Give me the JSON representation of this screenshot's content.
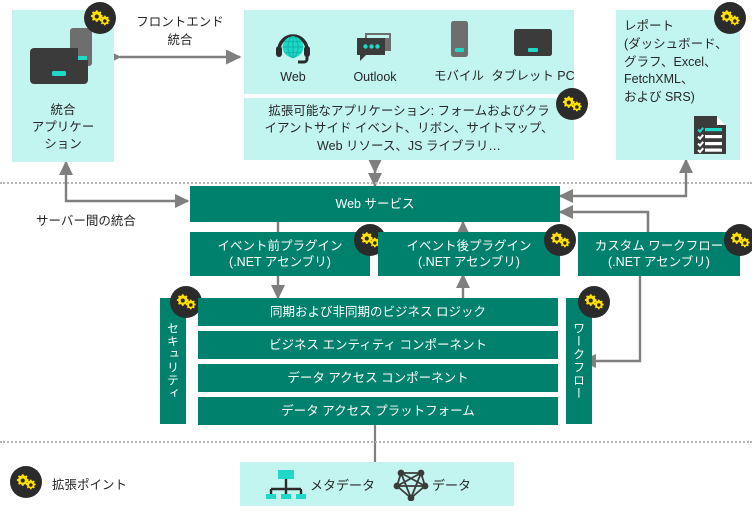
{
  "diagram": {
    "title": "Dynamics 365 extensibility architecture",
    "colors": {
      "panel_cyan": "#c3f5f0",
      "band_teal": "#00816d",
      "badge_dark": "#2b2b2b",
      "gear_yellow": "#ffe000",
      "arrow_gray": "#7f7f7f",
      "device_dark": "#3b3b3b",
      "device_gray": "#6e6e6e",
      "accent_teal": "#20d8c8"
    }
  },
  "integration_app": {
    "label": "統合\nアプリケーション",
    "line1": "統合",
    "line2": "アプリケー",
    "line3": "ション",
    "icon": "laptop-phone-icon",
    "badge": "extension-point-badge"
  },
  "frontend_arrow": {
    "line1": "フロントエンド",
    "line2": "統合",
    "icon": "double-arrow-horizontal"
  },
  "clients": {
    "items": [
      {
        "label": "Web",
        "icon": "globe-headset-icon"
      },
      {
        "label": "Outlook",
        "icon": "chat-bubble-icon"
      },
      {
        "label": "モバイル",
        "icon": "mobile-phone-icon"
      },
      {
        "label": "タブレット PC",
        "icon": "tablet-pc-icon"
      }
    ]
  },
  "extensible_apps": {
    "line1": "拡張可能なアプリケーション: フォームおよびクラ",
    "line2": "イアントサイド イベント、リボン、サイトマップ、",
    "line3": "Web リソース、JS ライブラリ…",
    "badge": "extension-point-badge"
  },
  "reports": {
    "line1": "レポート",
    "line2": " (ダッシュボード、",
    "line3": "グラフ、Excel、",
    "line4": "FetchXML、",
    "line5": "および SRS)",
    "icon": "report-document-icon",
    "badge": "extension-point-badge"
  },
  "server_integration": {
    "label": "サーバー間の統合"
  },
  "web_services": {
    "label": "Web サービス"
  },
  "plugins": {
    "pre": {
      "line1": "イベント前プラグイン",
      "line2": "(.NET アセンブリ)",
      "badge": "extension-point-badge"
    },
    "post": {
      "line1": "イベント後プラグイン",
      "line2": "(.NET アセンブリ)",
      "badge": "extension-point-badge"
    },
    "workflow": {
      "line1": "カスタム ワークフロー",
      "line2": "(.NET アセンブリ)",
      "badge": "extension-point-badge"
    }
  },
  "platform": {
    "security_label": "セキュリティ",
    "workflow_label": "ワークフロー",
    "security_badge": "extension-point-badge",
    "workflow_badge": "extension-point-badge",
    "layers": [
      "同期および非同期のビジネス ロジック",
      "ビジネス エンティティ コンポーネント",
      "データ アクセス コンポーネント",
      "データ アクセス プラットフォーム"
    ]
  },
  "storage": {
    "metadata": {
      "label": "メタデータ",
      "icon": "metadata-tree-icon"
    },
    "data": {
      "label": "データ",
      "icon": "data-network-icon"
    }
  },
  "legend": {
    "label": "拡張ポイント",
    "icon": "extension-point-badge"
  }
}
